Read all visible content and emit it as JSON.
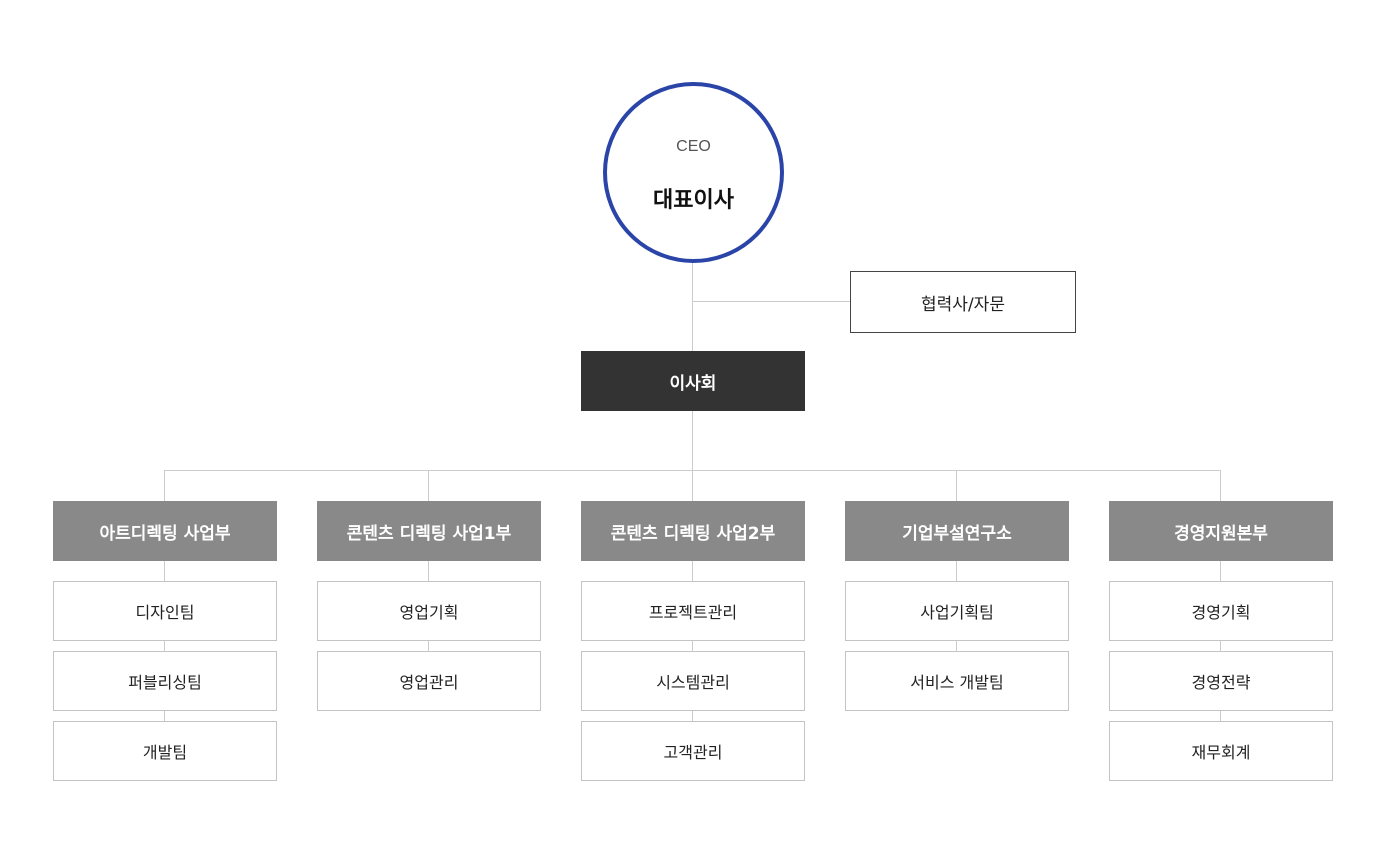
{
  "ceo": {
    "title_en": "CEO",
    "title_ko": "대표이사"
  },
  "partner": {
    "label": "협력사/자문"
  },
  "board": {
    "label": "이사회"
  },
  "departments": [
    {
      "label": "아트디렉팅 사업부",
      "teams": [
        {
          "label": "디자인팀"
        },
        {
          "label": "퍼블리싱팀"
        },
        {
          "label": "개발팀"
        }
      ]
    },
    {
      "label": "콘텐츠 디렉팅 사업1부",
      "teams": [
        {
          "label": "영업기획"
        },
        {
          "label": "영업관리"
        }
      ]
    },
    {
      "label": "콘텐츠 디렉팅 사업2부",
      "teams": [
        {
          "label": "프로젝트관리"
        },
        {
          "label": "시스템관리"
        },
        {
          "label": "고객관리"
        }
      ]
    },
    {
      "label": "기업부설연구소",
      "teams": [
        {
          "label": "사업기획팀"
        },
        {
          "label": "서비스 개발팀"
        }
      ]
    },
    {
      "label": "경영지원본부",
      "teams": [
        {
          "label": "경영기획"
        },
        {
          "label": "경영전략"
        },
        {
          "label": "재무회계"
        }
      ]
    }
  ],
  "colors": {
    "ceo_border": "#2a44a8",
    "board_bg": "#333333",
    "dept_bg": "#898989",
    "connector": "#cccccc"
  }
}
